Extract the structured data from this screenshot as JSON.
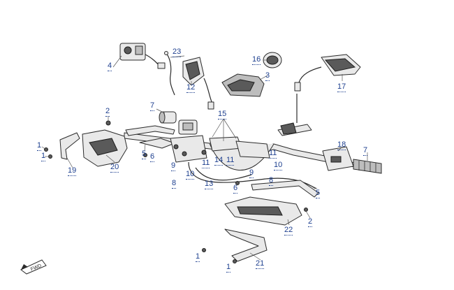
{
  "callouts": [
    {
      "id": "c-23",
      "text": "23"
    },
    {
      "id": "c-4",
      "text": "4"
    },
    {
      "id": "c-16",
      "text": "16"
    },
    {
      "id": "c-3",
      "text": "3"
    },
    {
      "id": "c-12",
      "text": "12"
    },
    {
      "id": "c-17",
      "text": "17"
    },
    {
      "id": "c-7a",
      "text": "7"
    },
    {
      "id": "c-2a",
      "text": "2"
    },
    {
      "id": "c-15",
      "text": "15"
    },
    {
      "id": "c-1a",
      "text": "1"
    },
    {
      "id": "c-1b",
      "text": "1"
    },
    {
      "id": "c-19",
      "text": "19"
    },
    {
      "id": "c-20",
      "text": "20"
    },
    {
      "id": "c-5a",
      "text": "5"
    },
    {
      "id": "c-6a",
      "text": "6"
    },
    {
      "id": "c-9a",
      "text": "9"
    },
    {
      "id": "c-10a",
      "text": "10"
    },
    {
      "id": "c-11a",
      "text": "11"
    },
    {
      "id": "c-14",
      "text": "14"
    },
    {
      "id": "c-11b",
      "text": "11"
    },
    {
      "id": "c-11c",
      "text": "11"
    },
    {
      "id": "c-18",
      "text": "18"
    },
    {
      "id": "c-7b",
      "text": "7"
    },
    {
      "id": "c-10b",
      "text": "10"
    },
    {
      "id": "c-9b",
      "text": "9"
    },
    {
      "id": "c-8a",
      "text": "8"
    },
    {
      "id": "c-8b",
      "text": "8"
    },
    {
      "id": "c-13",
      "text": "13"
    },
    {
      "id": "c-6b",
      "text": "6"
    },
    {
      "id": "c-5b",
      "text": "5"
    },
    {
      "id": "c-2b",
      "text": "2"
    },
    {
      "id": "c-22",
      "text": "22"
    },
    {
      "id": "c-1c",
      "text": "1"
    },
    {
      "id": "c-1d",
      "text": "1"
    },
    {
      "id": "c-21",
      "text": "21"
    }
  ],
  "direction_badge": "FWD"
}
